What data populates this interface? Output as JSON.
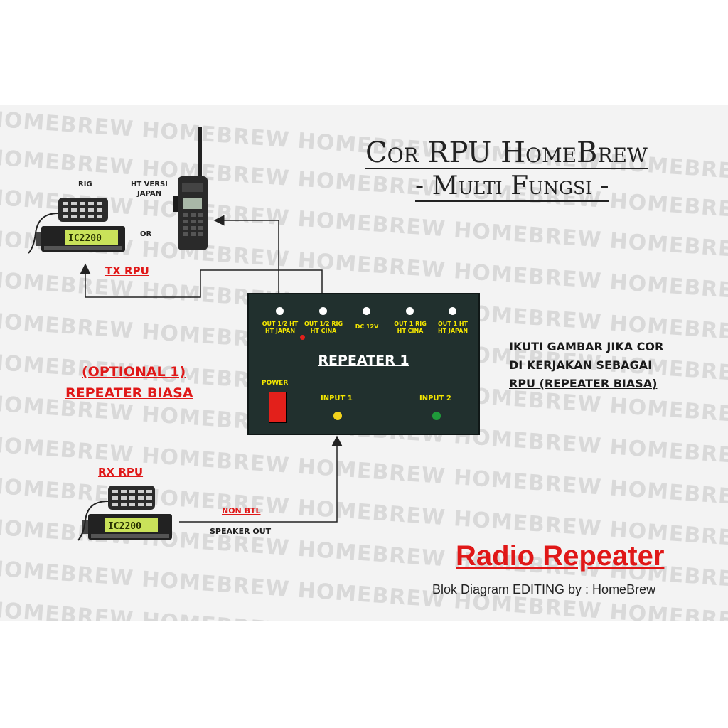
{
  "watermark": "HOMEBREW HOMEBREW HOMEBREW HOMEBREW HOMEBREW HOMEBREW HOMEBREW",
  "title": {
    "line1": "Cor RPU HomeBrew",
    "line2": "- Multi Fungsi -"
  },
  "tx_section": {
    "rig_label": "RIG",
    "ht_label_line1": "HT VERSI",
    "ht_label_line2": "JAPAN",
    "or_label": "OR",
    "tx_label": "TX RPU"
  },
  "optional": {
    "line1": "(OPTIONAL 1)",
    "line2": "REPEATER BIASA"
  },
  "rx_section": {
    "rx_label": "RX RPU",
    "non_btl": "NON BTL",
    "speaker_out": "SPEAKER OUT"
  },
  "panel": {
    "title": "REPEATER 1",
    "outputs": [
      {
        "line1": "OUT 1/2 HT",
        "line2": "HT JAPAN"
      },
      {
        "line1": "OUT 1/2 RIG",
        "line2": "HT CINA"
      },
      {
        "line1": "DC 12V",
        "line2": ""
      },
      {
        "line1": "OUT 1 RIG",
        "line2": "HT CINA"
      },
      {
        "line1": "OUT 1 HT",
        "line2": "HT JAPAN"
      }
    ],
    "power_label": "POWER",
    "input1_label": "INPUT 1",
    "input2_label": "INPUT 2"
  },
  "note": {
    "line1": "IKUTI GAMBAR JIKA COR",
    "line2": "DI KERJAKAN  SEBAGAI",
    "line3": "RPU (REPEATER BIASA)"
  },
  "footer": {
    "title": "Radio Repeater",
    "subtitle": "Blok Diagram EDITING  by : HomeBrew"
  },
  "colors": {
    "panel_bg": "#21302e",
    "label_red": "#e01818",
    "panel_text": "#f4e600",
    "input1_led": "#f2d21c",
    "input2_led": "#1f9a3a",
    "power_switch": "#e3201b",
    "status_led": "#e3201b"
  }
}
